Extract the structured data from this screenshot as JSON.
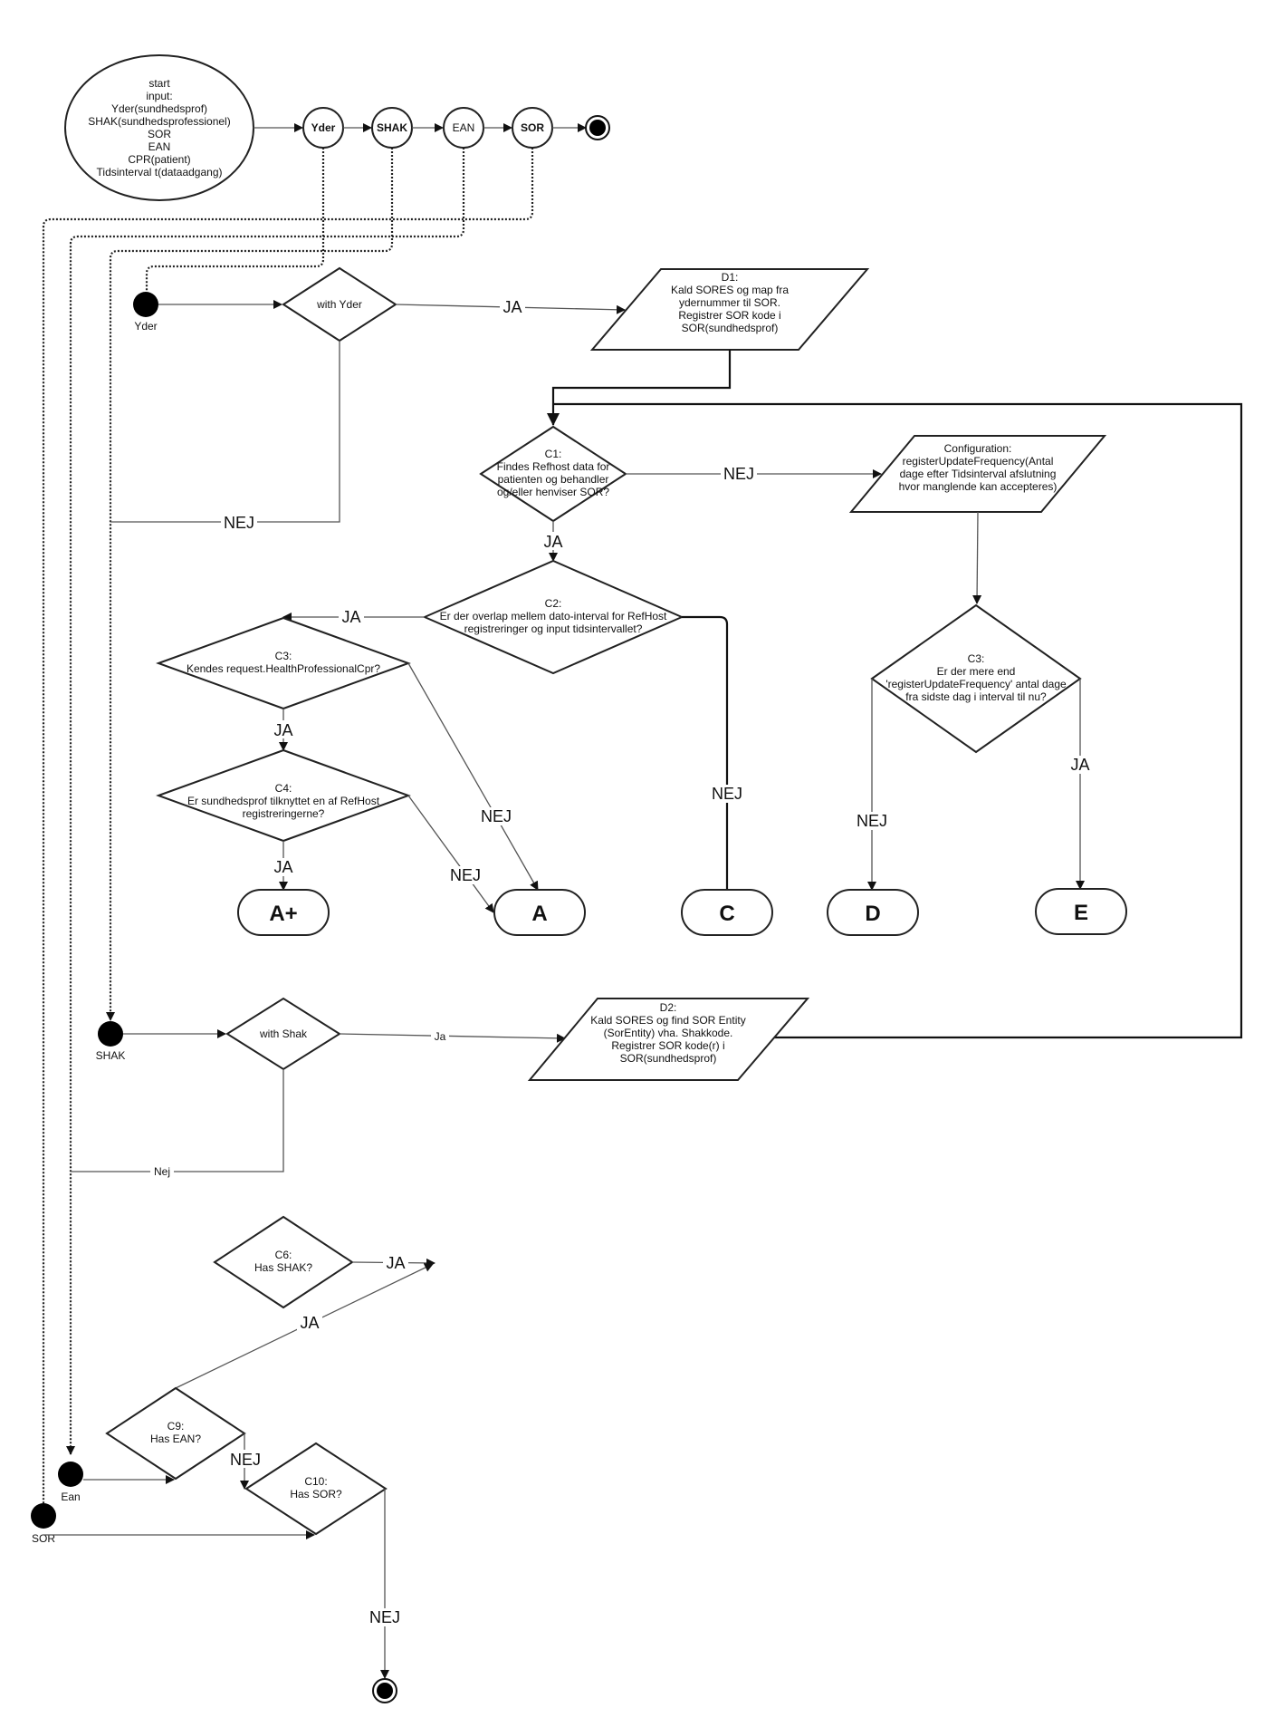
{
  "start": {
    "lines": [
      "start",
      "input:",
      "Yder(sundhedsprof)",
      "SHAK(sundhedsprofessionel)",
      "SOR",
      "EAN",
      "CPR(patient)",
      "Tidsinterval t(dataadgang)"
    ]
  },
  "sequence": [
    {
      "id": "yder",
      "label": "Yder",
      "bold": true
    },
    {
      "id": "shak",
      "label": "SHAK",
      "bold": true
    },
    {
      "id": "ean",
      "label": "EAN",
      "bold": false
    },
    {
      "id": "sor",
      "label": "SOR",
      "bold": true
    }
  ],
  "entry_points": {
    "yder": "Yder",
    "shak": "SHAK",
    "ean": "Ean",
    "sor": "SOR"
  },
  "decisions": {
    "with_yder": [
      "with Yder"
    ],
    "with_shak": [
      "with Shak"
    ],
    "c1": [
      "C1:",
      "Findes Refhost data for",
      "patienten og behandler",
      "og/eller henviser SOR?"
    ],
    "c2": [
      "C2:",
      "Er der overlap mellem dato-interval for RefHost",
      "registreringer og input tidsintervallet?"
    ],
    "c3_left": [
      "C3:",
      "Kendes request.HealthProfessionalCpr?"
    ],
    "c4": [
      "C4:",
      "Er sundhedsprof tilknyttet en af RefHost",
      "registreringerne?"
    ],
    "c3_right": [
      "C3:",
      "Er der mere end",
      "'registerUpdateFrequency' antal dage",
      "fra sidste dag i interval til nu?"
    ],
    "c6": [
      "C6:",
      "Has SHAK?"
    ],
    "c9": [
      "C9:",
      "Has EAN?"
    ],
    "c10": [
      "C10:",
      "Has SOR?"
    ]
  },
  "processes": {
    "d1": [
      "D1:",
      "Kald SORES og map fra",
      "ydernummer til SOR.",
      "Registrer SOR kode i",
      "SOR(sundhedsprof)"
    ],
    "config": [
      "Configuration:",
      "registerUpdateFrequency(Antal",
      "dage efter Tidsinterval afslutning",
      "hvor manglende kan accepteres)"
    ],
    "d2": [
      "D2:",
      "Kald SORES og find SOR Entity",
      "(SorEntity) vha. Shakkode.",
      "Registrer SOR kode(r) i",
      "SOR(sundhedsprof)"
    ]
  },
  "terminals": {
    "a_plus": "A+",
    "a": "A",
    "c": "C",
    "d": "D",
    "e": "E"
  },
  "edge_labels": {
    "yder_ja": "JA",
    "yder_nej": "NEJ",
    "c1_nej": "NEJ",
    "c1_ja": "JA",
    "c2_ja": "JA",
    "c2_nej": "NEJ",
    "c3_ja": "JA",
    "c3_nej": "NEJ",
    "c4_ja": "JA",
    "c4_nej": "NEJ",
    "c3r_nej": "NEJ",
    "c3r_ja": "JA",
    "shak_ja": "Ja",
    "shak_nej": "Nej",
    "c6_ja": "JA",
    "c9_ja": "JA",
    "c9_nej": "NEJ",
    "c10_nej": "NEJ"
  }
}
